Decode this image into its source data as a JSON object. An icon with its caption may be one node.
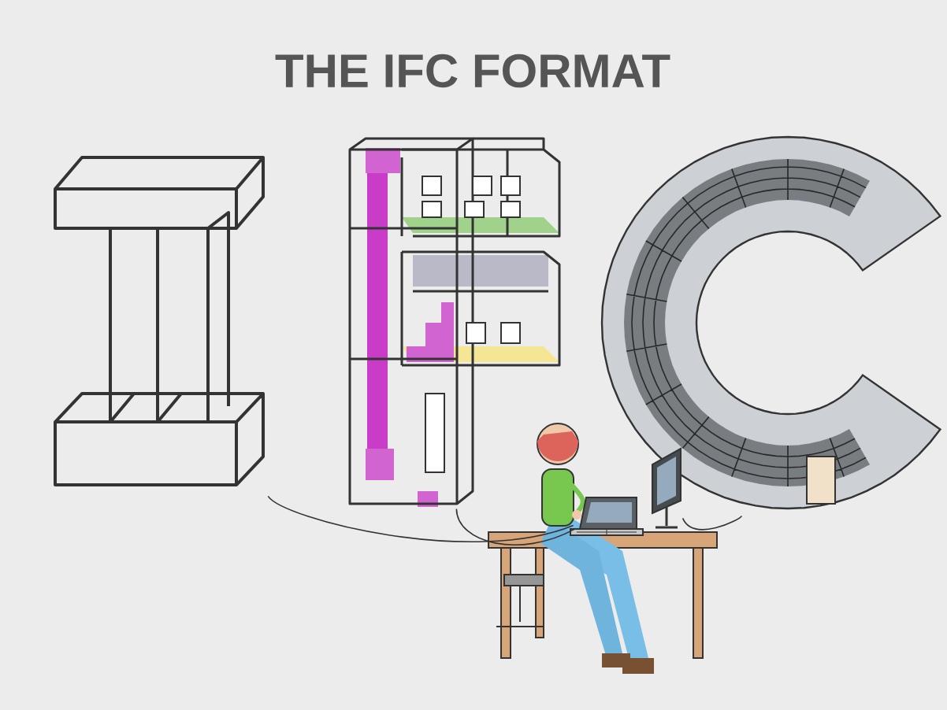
{
  "diagram": {
    "title": "THE IFC FORMAT",
    "nodes": [
      {
        "text": [],
        "shape": "picture"
      },
      {
        "text": [],
        "shape": "picture"
      },
      {
        "text": [],
        "shape": "picture"
      },
      {
        "text": [],
        "shape": "picture"
      },
      {
        "text": [],
        "shape": "picture"
      }
    ],
    "edges": [
      {
        "from": 0,
        "to": 3,
        "arrow": "none"
      },
      {
        "from": 1,
        "to": 3,
        "arrow": "none"
      },
      {
        "from": 2,
        "to": 4,
        "arrow": "none"
      }
    ]
  }
}
